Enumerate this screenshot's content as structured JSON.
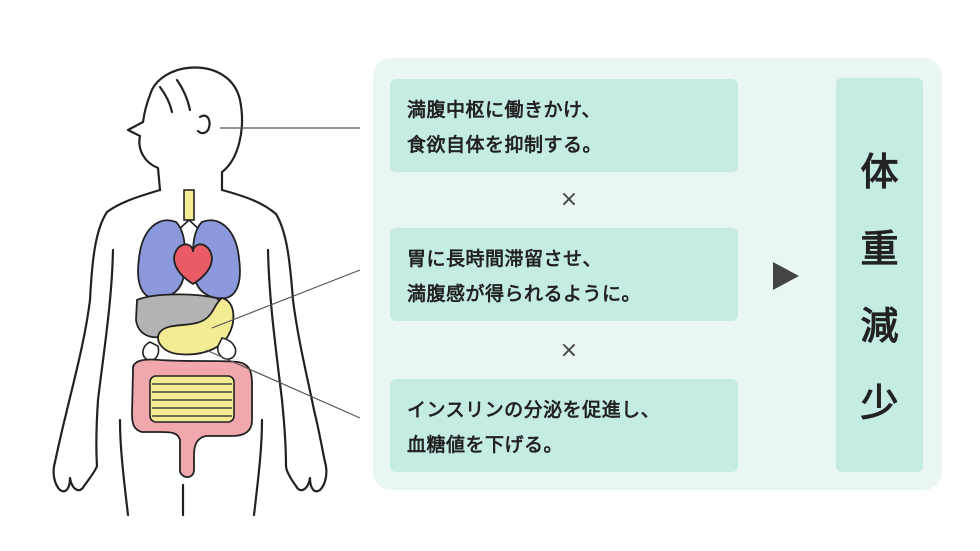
{
  "effects": [
    {
      "lines": [
        "満腹中枢に働きかけ、",
        "食欲自体を抑制する。"
      ]
    },
    {
      "lines": [
        "胃に長時間滞留させ、",
        "満腹感が得られるように。"
      ]
    },
    {
      "lines": [
        "インスリンの分泌を促進し、",
        "血糖値を下げる。"
      ]
    }
  ],
  "operator": "×",
  "result": {
    "chars": [
      "体",
      "重",
      "減",
      "少"
    ]
  },
  "colors": {
    "box_fill": "#c4ece4",
    "panel_fill": "#eaf6f4",
    "lungs": "#8b98dc",
    "heart": "#ea5c65",
    "liver": "#b3b3b3",
    "stomach": "#f3ec93",
    "intestine_outer": "#f0a7ad",
    "intestine_inner": "#f3ec93"
  },
  "icons": {
    "arrow": "right-triangle-arrow-icon",
    "figure": "human-body-organs-icon"
  }
}
